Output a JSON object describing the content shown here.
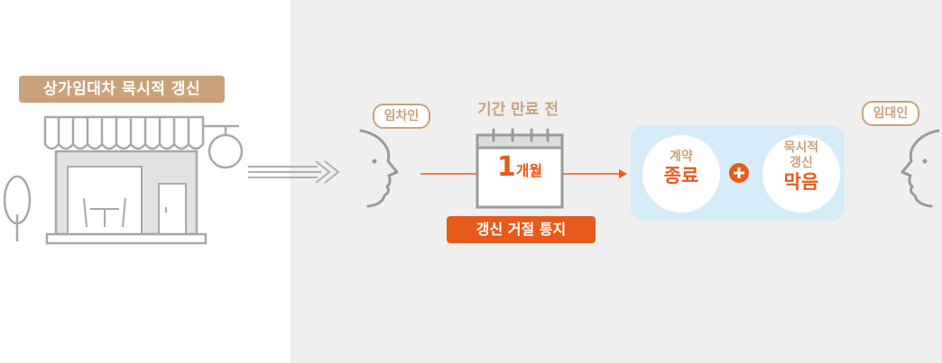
{
  "title": "상가임대차 묵시적 갱신",
  "tenant_label": "임차인",
  "landlord_label": "임대인",
  "period_label": "기간 만료 전",
  "calendar": {
    "number": "1",
    "unit": "개월"
  },
  "notice_label": "갱신 거절 통지",
  "result": {
    "left": {
      "top": "계약",
      "bottom": "종료"
    },
    "right": {
      "top1": "묵시적",
      "top2": "갱신",
      "bottom": "막음"
    }
  },
  "colors": {
    "accent": "#e85a1c",
    "tan": "#c9a27c",
    "line_gray": "#9a9a9a",
    "blue_box": "#d6ebf8",
    "panel": "#efefef"
  },
  "icons": [
    "store-icon",
    "tree-icon",
    "sign-icon",
    "triple-arrow-icon",
    "face-icon",
    "calendar-icon",
    "arrow-icon",
    "plus-icon"
  ]
}
